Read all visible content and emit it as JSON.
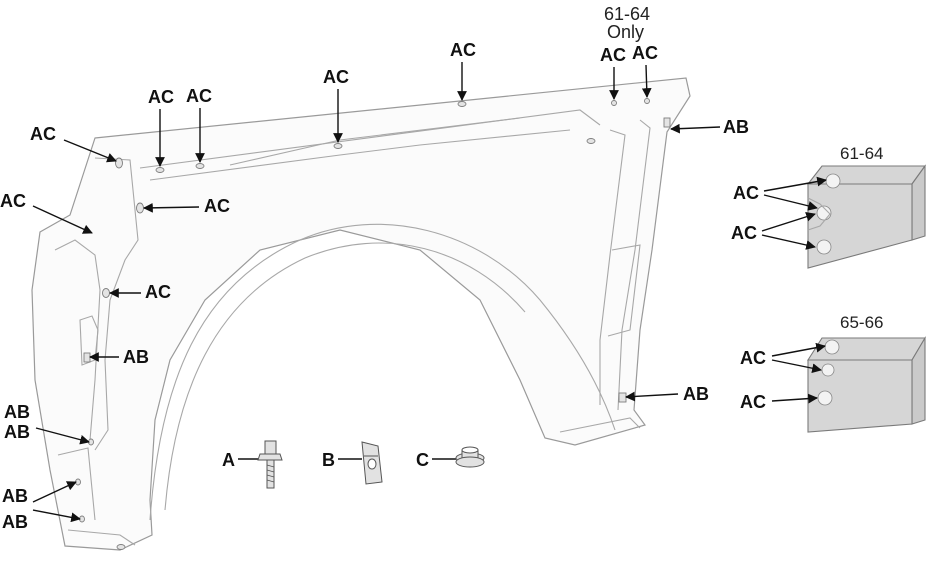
{
  "labels": {
    "ac": "AC",
    "ab": "AB",
    "note_years": "61-64",
    "note_only": "Only"
  },
  "brackets": {
    "early": {
      "title": "61-64"
    },
    "late": {
      "title": "65-66"
    }
  },
  "hardware": [
    {
      "key": "A"
    },
    {
      "key": "B"
    },
    {
      "key": "C"
    }
  ]
}
